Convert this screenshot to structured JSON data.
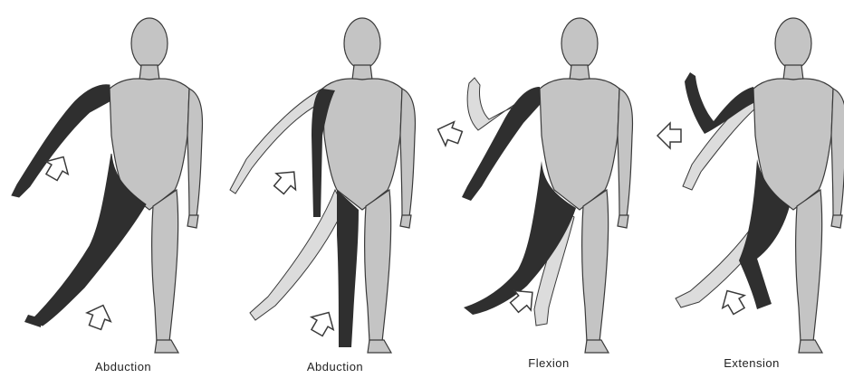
{
  "captions": [
    "Abduction",
    "Abduction",
    "Flexion",
    "Extension"
  ],
  "colors": {
    "body_fill": "#c4c4c4",
    "highlight_fill": "#2f2f2f",
    "ghost_fill": "#dcdcdc",
    "outline": "#3a3a3a",
    "arrow_fill": "#ffffff",
    "background": "#ffffff"
  },
  "icons": [
    "outline-arrow-icon"
  ]
}
